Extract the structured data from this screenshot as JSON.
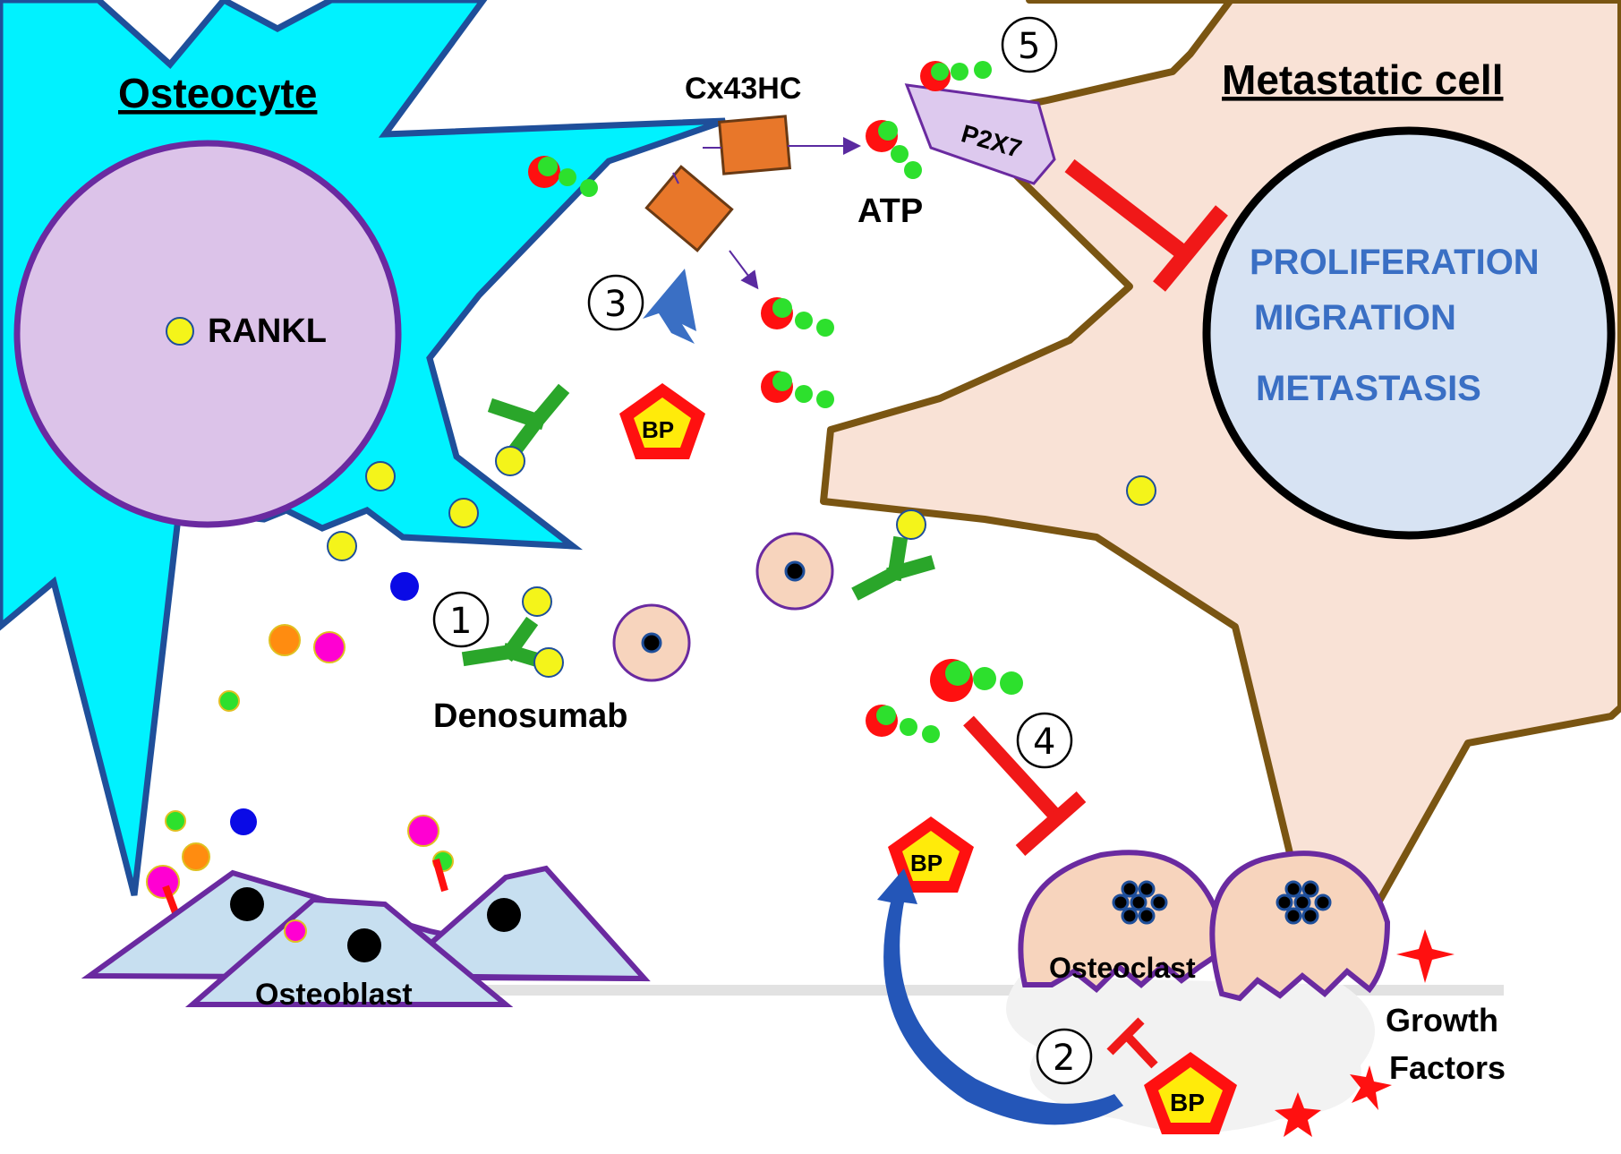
{
  "labels": {
    "osteocyte": "Osteocyte",
    "metastatic_cell": "Metastatic cell",
    "rankl": "RANKL",
    "cx43hc": "Cx43HC",
    "atp": "ATP",
    "p2x7": "P2X7",
    "denosumab": "Denosumab",
    "osteoblast": "Osteoblast",
    "osteoclast": "Osteoclast",
    "growth": "Growth",
    "factors": "Factors",
    "bp": "BP"
  },
  "effects": [
    "PROLIFERATION",
    "MIGRATION",
    "METASTASIS"
  ],
  "steps": [
    "1",
    "2",
    "3",
    "4",
    "5"
  ],
  "colors": {
    "osteocyte_fill": "#00f2ff",
    "osteocyte_stroke": "#1f4f9a",
    "nucleus_fill": "#dcc3e9",
    "nucleus_stroke": "#6a2aa0",
    "metastatic_fill": "#f9e2d6",
    "metastatic_stroke": "#7a5512",
    "effect_circle_fill": "#d7e3f3",
    "inhibition_red": "#f01818",
    "effect_text_blue": "#3a6fc4",
    "connexin_orange": "#e8772a",
    "rankl_yellow": "#f4f41a",
    "antibody_green": "#33c233",
    "bp_red": "#ff1010",
    "osteoblast_fill": "#c7dff0",
    "osteoclast_fill": "#f7d4bd"
  }
}
